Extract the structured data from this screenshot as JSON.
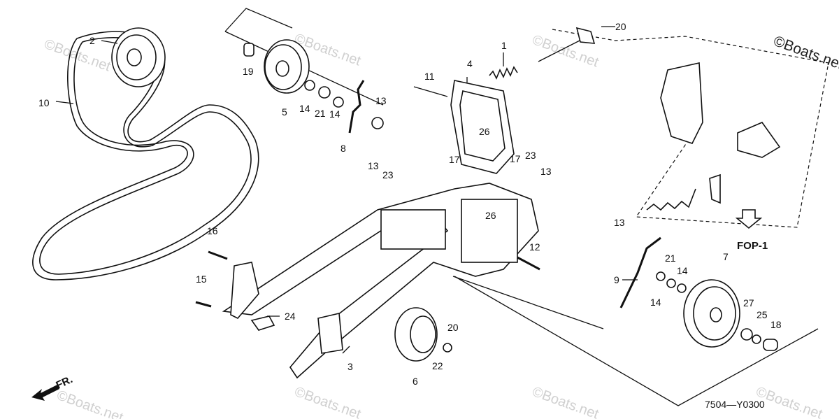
{
  "diagram": {
    "copyright": "©Boats.net",
    "watermark": "©Boats.net",
    "reference_code": "7504—Y0300",
    "direction_label": "FR.",
    "fop_label": "FOP-1",
    "callouts": {
      "c1": "1",
      "c2": "2",
      "c3": "3",
      "c4": "4",
      "c5": "5",
      "c6": "6",
      "c7": "7",
      "c8": "8",
      "c9": "9",
      "c10": "10",
      "c11": "11",
      "c12": "12",
      "c13a": "13",
      "c13b": "13",
      "c13c": "13",
      "c13d": "13",
      "c14a": "14",
      "c14b": "14",
      "c14c": "14",
      "c14d": "14",
      "c15": "15",
      "c16": "16",
      "c17a": "17",
      "c17b": "17",
      "c18": "18",
      "c19": "19",
      "c20a": "20",
      "c20b": "20",
      "c21a": "21",
      "c21b": "21",
      "c22": "22",
      "c23a": "23",
      "c23b": "23",
      "c24": "24",
      "c25": "25",
      "c26a": "26",
      "c26b": "26",
      "c27": "27"
    }
  }
}
